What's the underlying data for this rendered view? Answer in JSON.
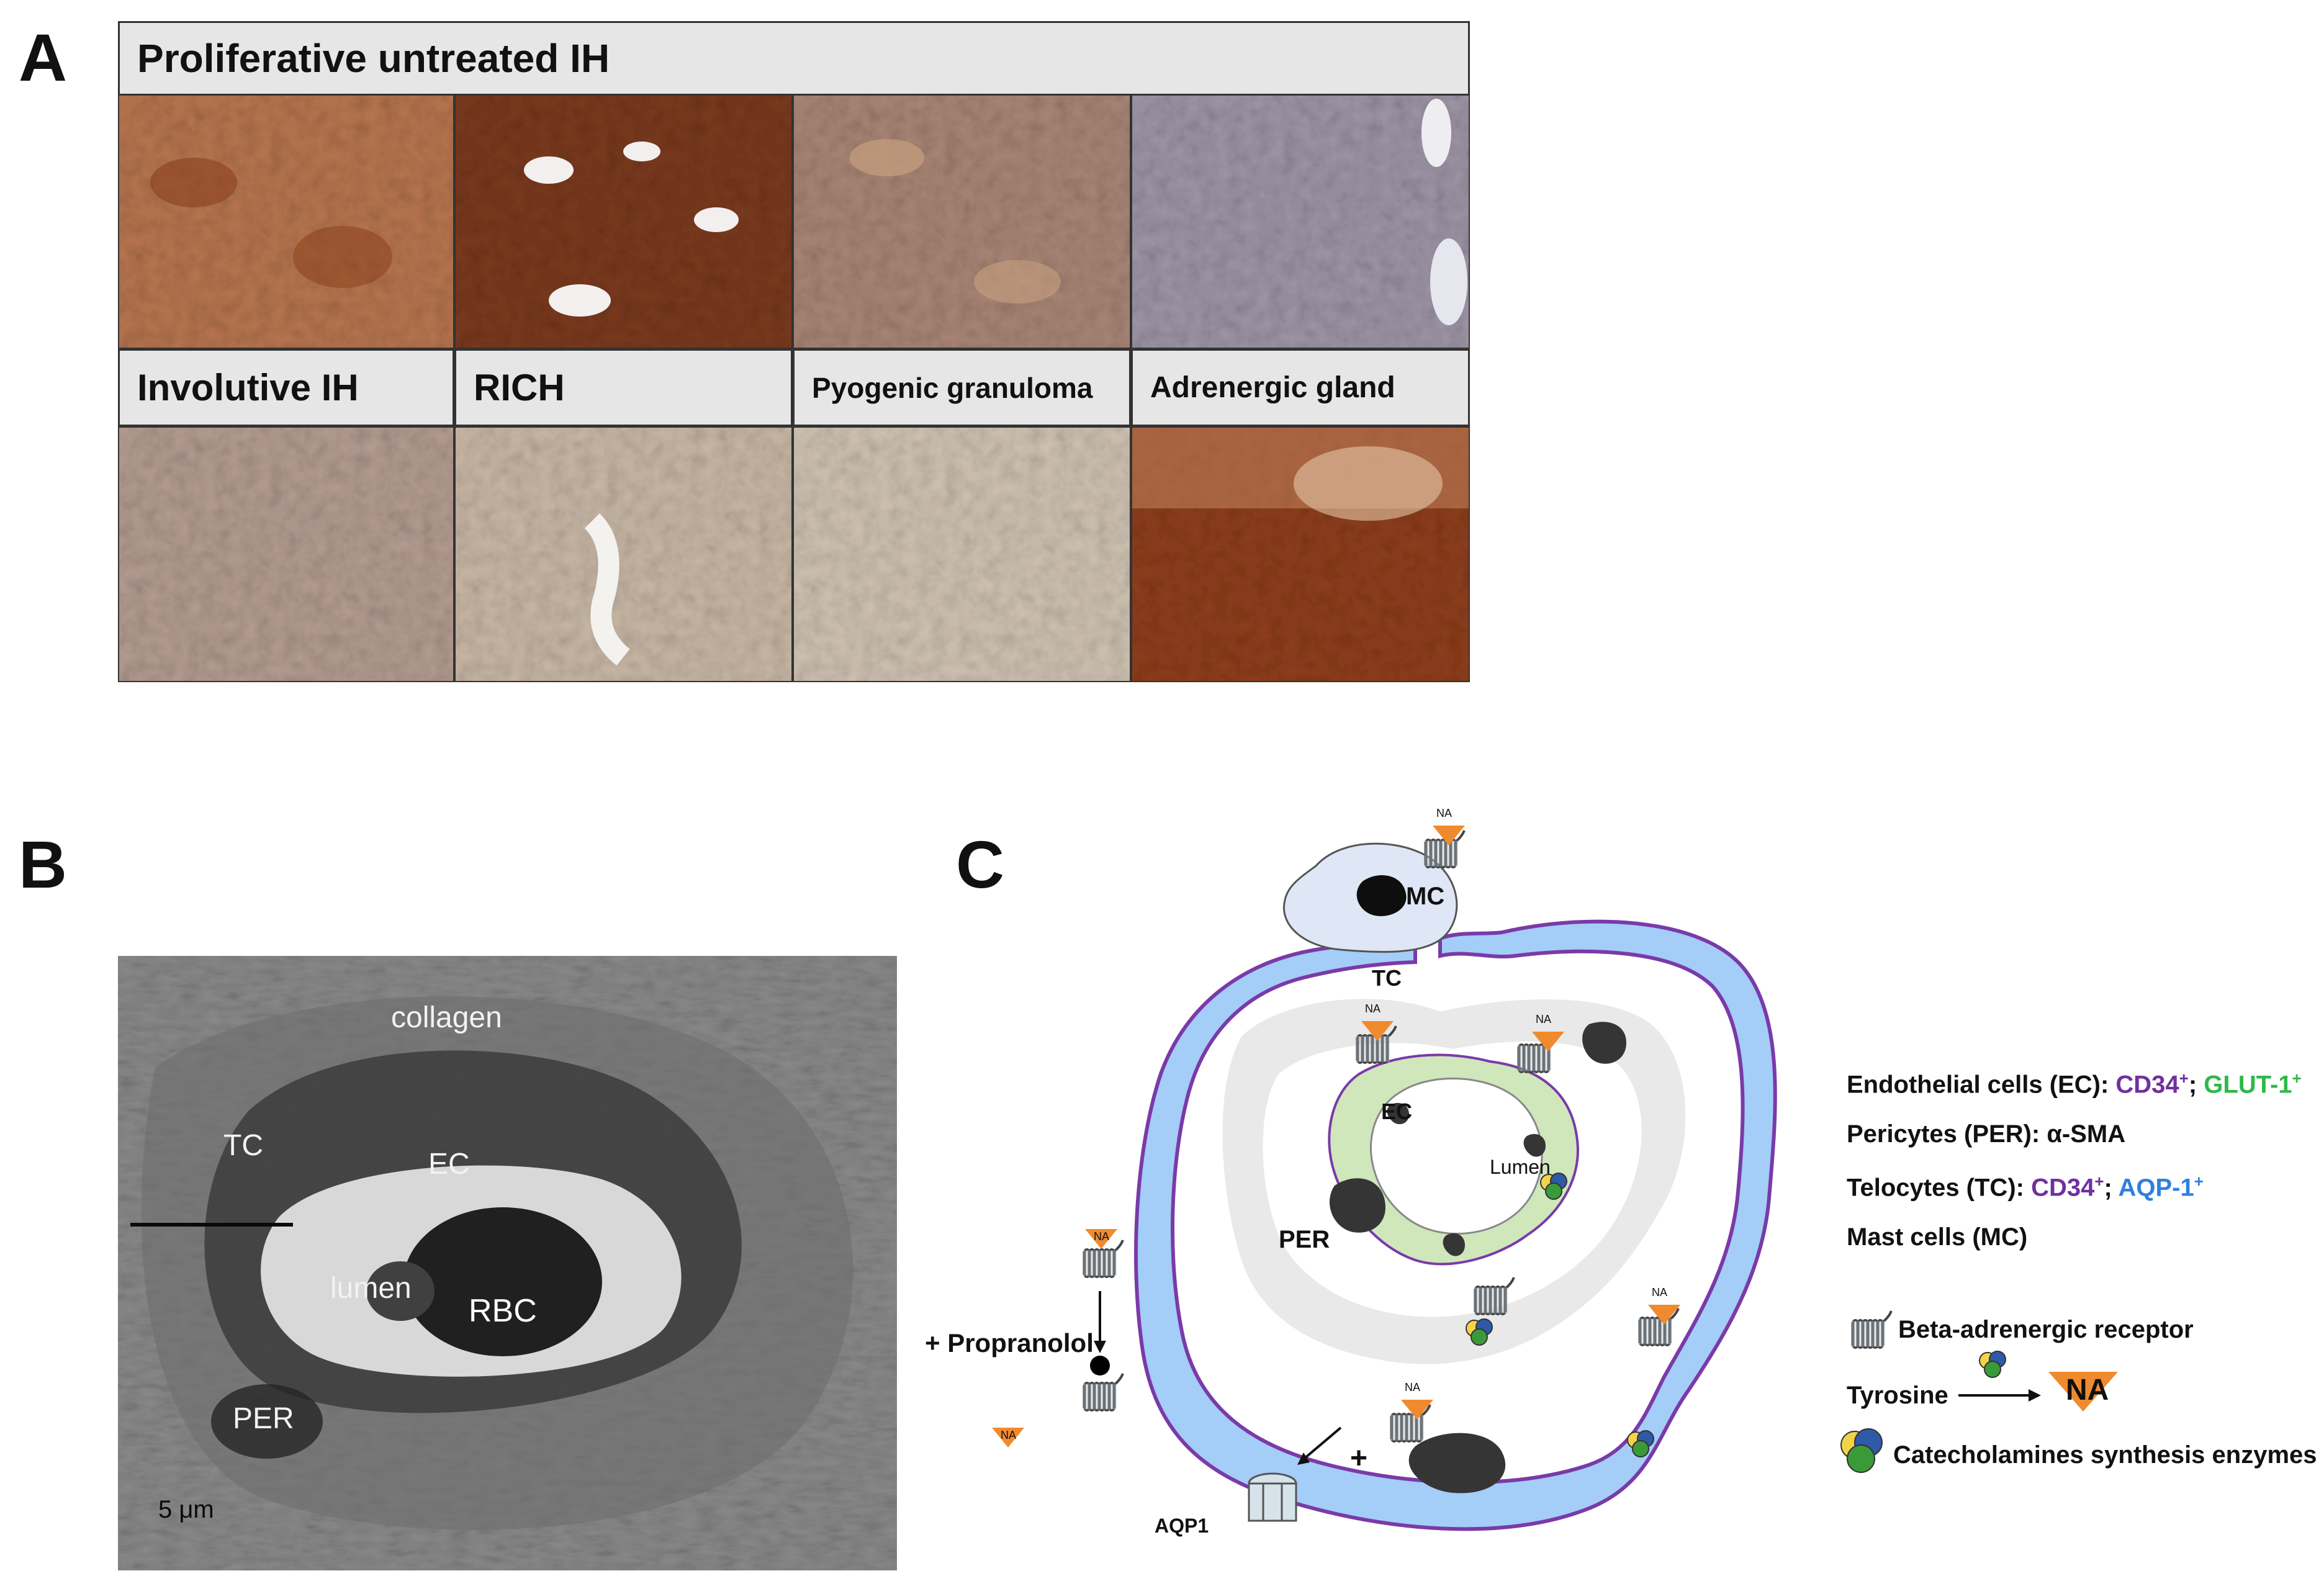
{
  "panels": {
    "a": "A",
    "b": "B",
    "c": "C"
  },
  "panel_a": {
    "row1_title": "Proliferative untreated IH",
    "row2_titles": [
      "Involutive IH",
      "RICH",
      "Pyogenic granuloma",
      "Adrenergic gland"
    ]
  },
  "panel_b": {
    "labels": {
      "collagen": "collagen",
      "tc": "TC",
      "ec": "EC",
      "lumen": "lumen",
      "rbc": "RBC",
      "per": "PER"
    },
    "scale_bar": "5  μm"
  },
  "panel_c": {
    "cells": {
      "mc": "MC",
      "tc": "TC",
      "ec": "EC",
      "per": "PER",
      "lumen": "Lumen"
    },
    "na": "NA",
    "aqp1": "AQP1",
    "plus": "+",
    "propranolol": "+ Propranolol",
    "legend": {
      "ec_prefix": "Endothelial cells (EC): ",
      "ec_m1": "CD34",
      "ec_sep": "; ",
      "ec_m2": "GLUT-1",
      "per_line": "Pericytes (PER): α-SMA",
      "tc_prefix": "Telocytes (TC): ",
      "tc_m1": "CD34",
      "tc_sep": "; ",
      "tc_m2": "AQP-1",
      "mc_line": "Mast cells (MC)",
      "sup_plus": "+",
      "receptor": "Beta-adrenergic receptor",
      "tyrosine": "Tyrosine",
      "na_big": "NA",
      "enzymes": "Catecholamines synthesis enzymes"
    }
  },
  "colors": {
    "tc_blue": "#a4cdf8",
    "membrane_purple": "#7a3aa8",
    "ec_green": "#cfe7bb",
    "per_gray": "#e9e9e9",
    "nucleus": "#353535",
    "na_orange": "#f08a2e",
    "stain_brown": "#8e4a26"
  }
}
